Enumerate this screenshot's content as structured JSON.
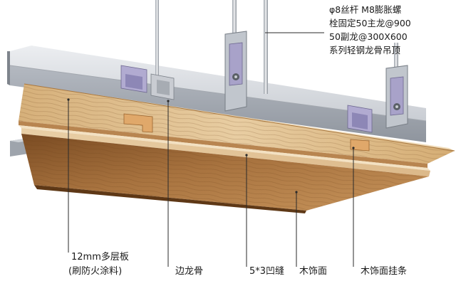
{
  "callout": {
    "lines": [
      "φ8丝杆 M8膨胀螺",
      "栓固定50主龙@900",
      "50副龙@300X600",
      "系列轻钢龙骨吊顶"
    ]
  },
  "labels": {
    "plywood_line1": "12mm多层板",
    "plywood_line2": "(刷防火涂料)",
    "edge_keel": "边龙骨",
    "groove": "5*3凹缝",
    "wood_face": "木饰面",
    "wood_face_hanger": "木饰面挂条"
  },
  "colors": {
    "steel_light": "#d9dde2",
    "steel_mid": "#b9bec6",
    "steel_dark": "#8d939c",
    "clip": "#a8a2c9",
    "wood_light": "#e2c49a",
    "wood_mid": "#caa06a",
    "wood_dark": "#8a5a2b",
    "leader": "#2a2a2a"
  }
}
